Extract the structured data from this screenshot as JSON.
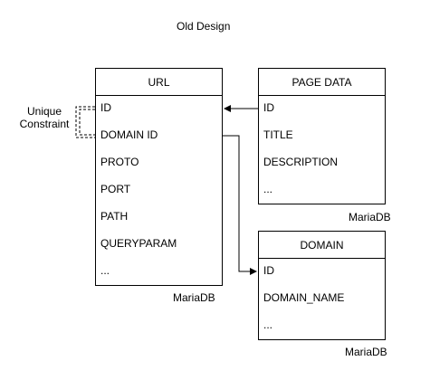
{
  "title": "Old Design",
  "annotation": {
    "line1": "Unique",
    "line2": "Constraint"
  },
  "tables": {
    "url": {
      "name": "URL",
      "fields": [
        "ID",
        "DOMAIN ID",
        "PROTO",
        "PORT",
        "PATH",
        "QUERYPARAM",
        "..."
      ],
      "db": "MariaDB"
    },
    "page_data": {
      "name": "PAGE DATA",
      "fields": [
        "ID",
        "TITLE",
        "DESCRIPTION",
        "..."
      ],
      "db": "MariaDB"
    },
    "domain": {
      "name": "DOMAIN",
      "fields": [
        "ID",
        "DOMAIN_NAME",
        "..."
      ],
      "db": "MariaDB"
    }
  }
}
